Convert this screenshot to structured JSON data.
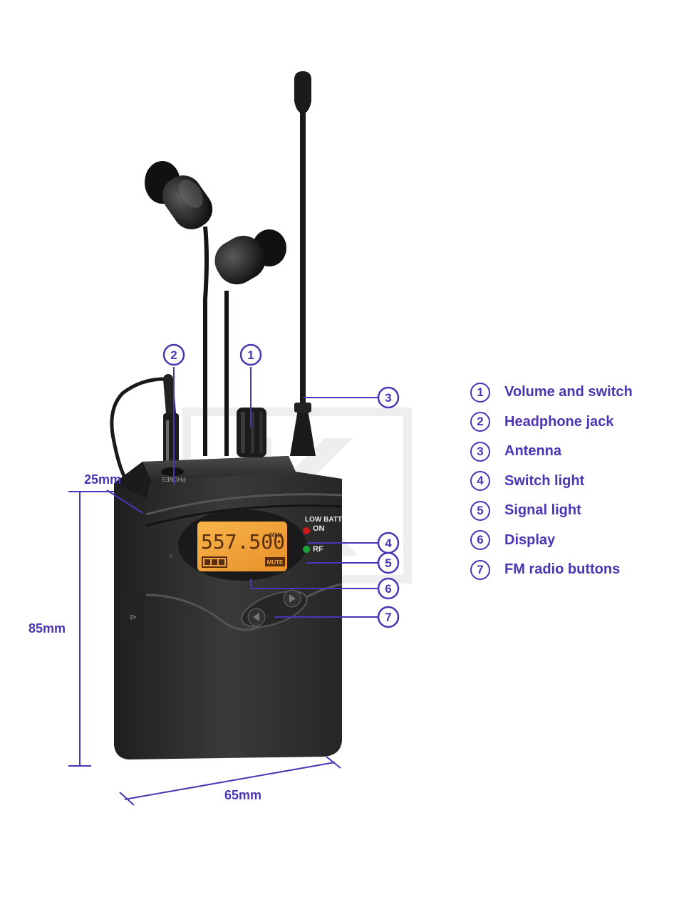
{
  "device": {
    "label_phones": "PHONES",
    "label_low_batt": "LOW BATT",
    "label_on": "ON",
    "label_rf": "RF",
    "display_frequency": "557.500",
    "display_unit": "MHz",
    "display_mute": "MUTE"
  },
  "watermark": "K",
  "dimensions": {
    "depth": "25mm",
    "height": "85mm",
    "width": "65mm"
  },
  "callouts": [
    {
      "num": "1"
    },
    {
      "num": "2"
    },
    {
      "num": "3"
    },
    {
      "num": "4"
    },
    {
      "num": "5"
    },
    {
      "num": "6"
    },
    {
      "num": "7"
    }
  ],
  "legend": [
    {
      "num": "1",
      "text": "Volume and switch"
    },
    {
      "num": "2",
      "text": "Headphone jack"
    },
    {
      "num": "3",
      "text": "Antenna"
    },
    {
      "num": "4",
      "text": "Switch light"
    },
    {
      "num": "5",
      "text": "Signal light"
    },
    {
      "num": "6",
      "text": "Display"
    },
    {
      "num": "7",
      "text": "FM radio buttons"
    }
  ],
  "colors": {
    "accent": "#4b35b5",
    "body": "#2e2e2e",
    "display_bg": "#f2a23a",
    "led_on": "#cc1b1b",
    "led_rf": "#1fa33a"
  }
}
